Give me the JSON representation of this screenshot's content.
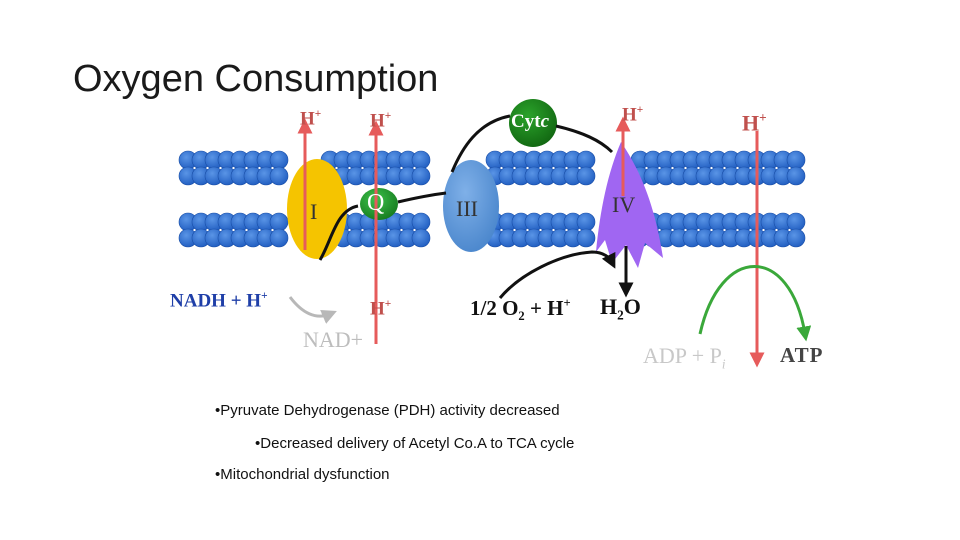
{
  "slide": {
    "title": "Oxygen Consumption"
  },
  "diagram": {
    "complexes": {
      "complex_1": "I",
      "quinone": "Q",
      "complex_3": "III",
      "cytochrome_c": "Cytc",
      "complex_4": "IV"
    },
    "protons": {
      "h_complex_1": "H+",
      "h_quinone_top": "H+",
      "h_quinone_bottom": "H+",
      "h_complex_4": "H+",
      "h_atp_synthase": "H+"
    },
    "reactions": {
      "nadh": "NADH + H+",
      "nad": "NAD+",
      "oxygen": "1/2 O2 + H+",
      "water": "H2O",
      "adp": "ADP + Pi",
      "atp": "ATP"
    },
    "colors": {
      "membrane_bead": "#2f6fd1",
      "complex_1": "#f5c400",
      "quinone": "#1f9e2a",
      "complex_3": "#5b95d6",
      "cytochrome_c": "#1f8a1f",
      "complex_4": "#a066f2",
      "proton_arrow": "#e65b5b",
      "atp_arrow": "#3aa83a",
      "nadh_text": "#1f3fa8"
    }
  },
  "bullets": [
    "Pyruvate Dehydrogenase (PDH) activity decreased",
    "Decreased delivery of Acetyl Co.A to TCA cycle",
    "Mitochondrial dysfunction"
  ]
}
